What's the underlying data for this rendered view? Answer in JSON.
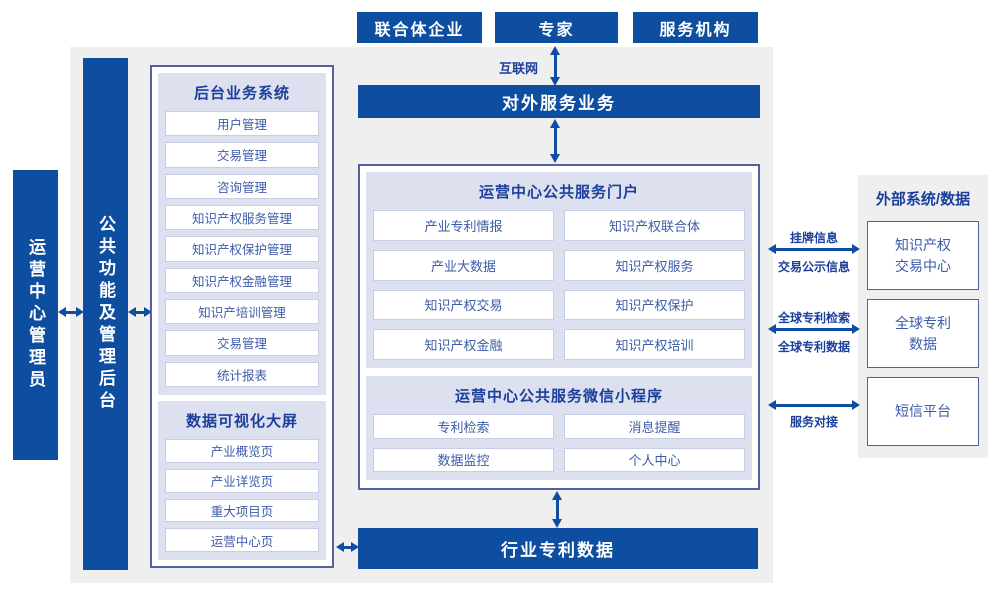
{
  "colors": {
    "blue": "#0d4ea0",
    "navy": "#1c3f9b",
    "item_text": "#3d5ba9",
    "lavender": "#dce0ef",
    "item_border": "#c8cee8",
    "box_border": "#5560a3",
    "gray": "#efefef"
  },
  "top_actors": [
    {
      "label": "联合体企业"
    },
    {
      "label": "专家"
    },
    {
      "label": "服务机构"
    }
  ],
  "internet_label": "互联网",
  "external_service_bar": "对外服务业务",
  "left_bars": {
    "admin": "运营中心管理员",
    "backend": "公共功能及管理后台"
  },
  "backend_system": {
    "title": "后台业务系统",
    "items": [
      "用户管理",
      "交易管理",
      "咨询管理",
      "知识产权服务管理",
      "知识产权保护管理",
      "知识产权金融管理",
      "知识产培训管理",
      "交易管理",
      "统计报表"
    ]
  },
  "dashboard": {
    "title": "数据可视化大屏",
    "items": [
      "产业概览页",
      "产业详览页",
      "重大项目页",
      "运营中心页"
    ]
  },
  "portal": {
    "title": "运营中心公共服务门户",
    "items": [
      "产业专利情报",
      "知识产权联合体",
      "产业大数据",
      "知识产权服务",
      "知识产权交易",
      "知识产权保护",
      "知识产权金融",
      "知识产权培训"
    ]
  },
  "miniprogram": {
    "title": "运营中心公共服务微信小程序",
    "items": [
      "专利检索",
      "消息提醒",
      "数据监控",
      "个人中心"
    ]
  },
  "industry_patent_bar": "行业专利数据",
  "external_systems": {
    "title": "外部系统/数据",
    "boxes": [
      {
        "line1": "知识产权",
        "line2": "交易中心"
      },
      {
        "line1": "全球专利",
        "line2": "数据"
      },
      {
        "line1": "短信平台",
        "line2": ""
      }
    ]
  },
  "connections": [
    {
      "top_label": "挂牌信息",
      "bottom_label": "交易公示信息"
    },
    {
      "top_label": "全球专利检索",
      "bottom_label": "全球专利数据"
    },
    {
      "bottom_label": "服务对接"
    }
  ]
}
